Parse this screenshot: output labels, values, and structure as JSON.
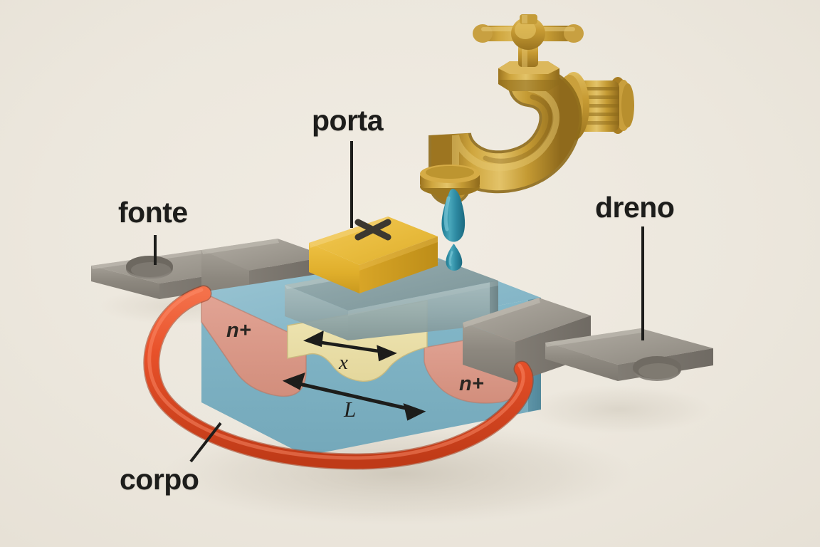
{
  "figure": {
    "title": "MOSFET cross-section analogy with water faucet",
    "background_color": "#ece7de",
    "labels": {
      "source": "fonte",
      "gate": "porta",
      "drain": "dreno",
      "body": "corpo"
    },
    "regions": {
      "source_doping": "n+",
      "drain_doping": "n+",
      "channel_length": "L",
      "channel_position": "x",
      "gate_marking": "✕"
    },
    "colors": {
      "background": "#ece7de",
      "substrate_blue": "#7fb4c6",
      "substrate_blue_dark": "#5d93a6",
      "n_plus_pink": "#dd9a8c",
      "n_plus_pink_dark": "#c7826f",
      "channel_yellow": "#ece2ad",
      "oxide_glass": "#8aa3a7",
      "gate_gold": "#e8b534",
      "gate_gold_dark": "#c99420",
      "metal_gray": "#8e8a82",
      "metal_gray_light": "#a8a49c",
      "wire_red": "#e04a22",
      "brass": "#c3992f",
      "brass_light": "#dec068",
      "water_teal": "#2b8ba3",
      "label_text": "#1d1d1b"
    },
    "elements": {
      "faucet": "brass-faucet-with-cross-handle",
      "water_drops": 2,
      "source_terminal": "metal-tab-with-hole",
      "drain_terminal": "metal-tab-with-hole",
      "body_wire": "red-loop-wire"
    }
  }
}
